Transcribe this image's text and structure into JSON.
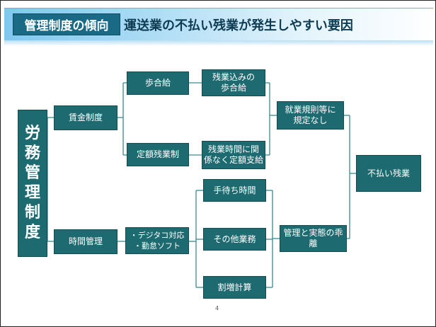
{
  "header": {
    "tag": "管理制度の傾向",
    "title": "運送業の不払い残業が発生しやすい要因"
  },
  "nodes": {
    "labor": [
      "労",
      "務",
      "管",
      "理",
      "制",
      "度"
    ],
    "wage": "賃金制度",
    "time_mgmt": "時間管理",
    "buai": "歩合給",
    "teigaku": "定額残業制",
    "zangyo_komi": "残業込みの\n歩合給",
    "zangyo_jikan": "残業時間に関\n係なく定額支給",
    "digi": "・デジタコ対応\n・勤怠ソフト",
    "temachi": "手待ち時間",
    "sonota": "その他業務",
    "warimashi": "割増計算",
    "shugyo": "就業規則等に\n規定なし",
    "kairi": "管理と実態の乖\n離",
    "fubarai": "不払い残業"
  },
  "page_number": "4",
  "colors": {
    "box": "#1d6b70",
    "line": "#3c8a90",
    "tag": "#1a6a86"
  }
}
